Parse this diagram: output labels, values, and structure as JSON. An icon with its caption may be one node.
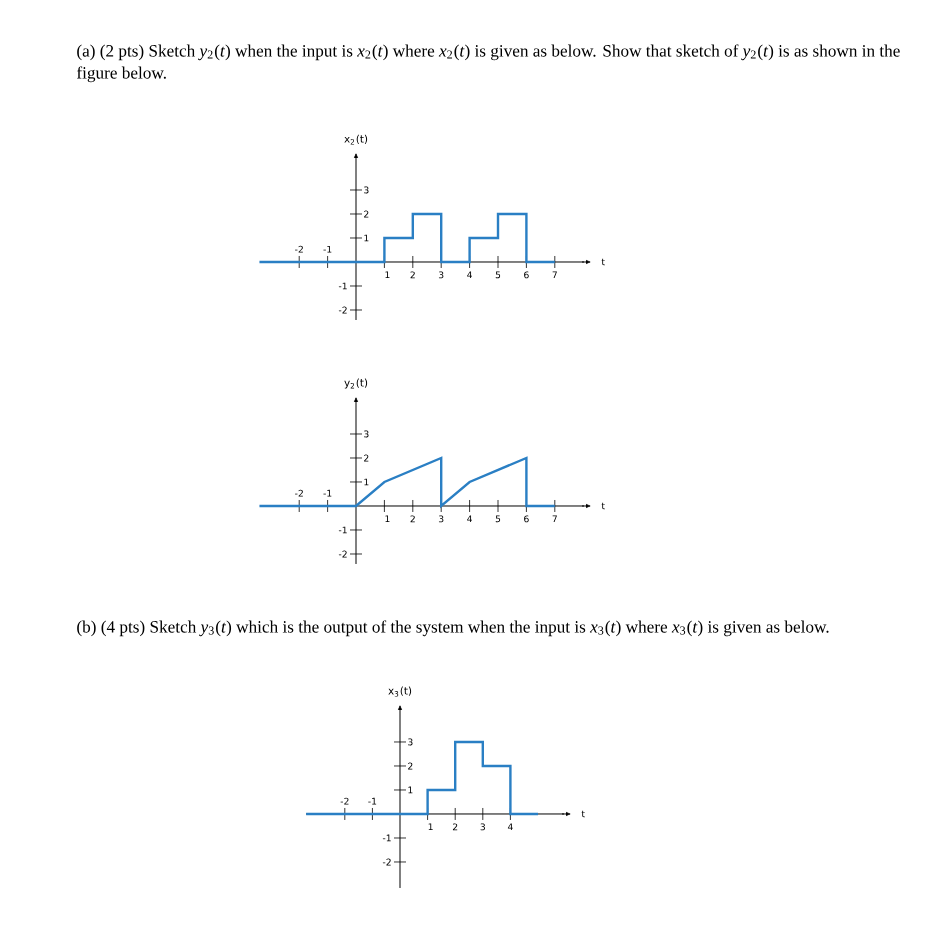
{
  "diagram": {
    "labels": [
      "(a) (2 pts) Sketch *y*$_{2}$(*t*) when the input is *x*$_{2}$(*t*) where *x*$_{2}$(*t*) is given as below. Show that sketch of *y*$_{2}$(*t*) is as shown in the figure below.",
      "x$_{2}$(t)",
      "3",
      "2",
      "1",
      "-2",
      "-1",
      "-1",
      "-2",
      "1",
      "2",
      "3",
      "4",
      "5",
      "6",
      "7",
      "t",
      "y$_{2}$(t)",
      "3",
      "2",
      "1",
      "-2",
      "-1",
      "-1",
      "-2",
      "1",
      "2",
      "3",
      "4",
      "5",
      "6",
      "7",
      "t",
      "(b) (4 pts) Sketch *y*$_{3}$(*t*) which is the output of the system when the input is *x*$_{3}$(*t*) where *x*$_{3}$(*t*) is given as below.",
      "x$_{3}$(t)",
      "3",
      "2",
      "1",
      "-2",
      "-1",
      "-1",
      "-2",
      "1",
      "2",
      "3",
      "4",
      "t"
    ]
  }
}
